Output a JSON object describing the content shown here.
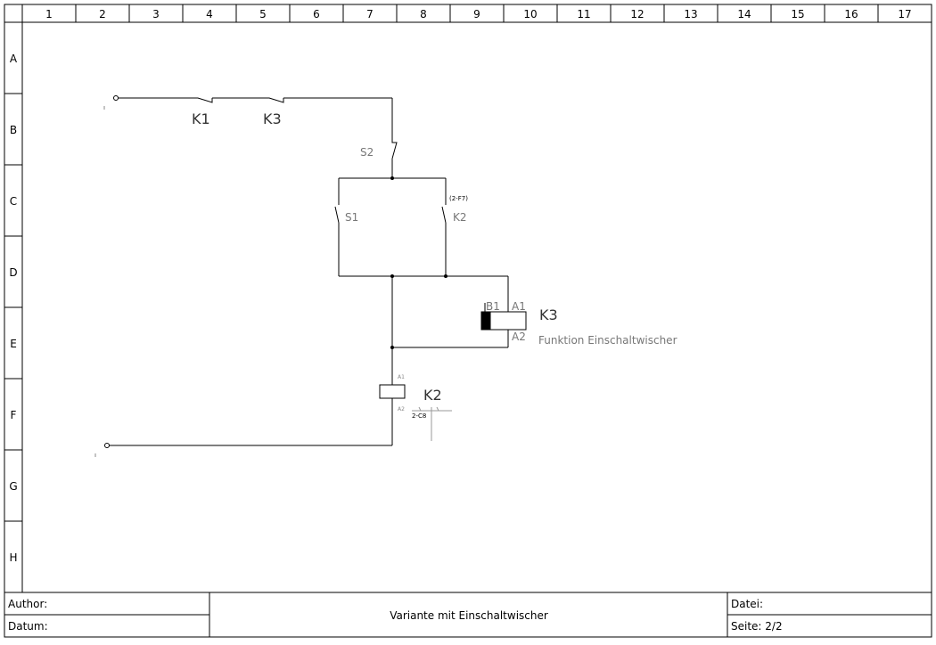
{
  "sheet": {
    "columns": [
      "1",
      "2",
      "3",
      "4",
      "5",
      "6",
      "7",
      "8",
      "9",
      "10",
      "11",
      "12",
      "13",
      "14",
      "15",
      "16",
      "17"
    ],
    "rows": [
      "A",
      "B",
      "C",
      "D",
      "E",
      "F",
      "G",
      "H"
    ]
  },
  "circuit": {
    "k1_contact_tag": "K1",
    "k3_contact_tag": "K3",
    "s2_tag": "S2",
    "s1_tag": "S1",
    "k2_contact_tag": "K2",
    "k2_contact_ref": "(2-F7)",
    "k3_coil": {
      "b1": "B1",
      "a1": "A1",
      "a2": "A2",
      "tag": "K3",
      "description": "Funktion Einschaltwischer"
    },
    "k2_coil": {
      "a1": "A1",
      "a2": "A2",
      "tag": "K2",
      "cross_ref": "2-C8"
    }
  },
  "title_block": {
    "author_label": "Author:",
    "date_label": "Datum:",
    "title": "Variante mit Einschaltwischer",
    "file_label": "Datei:",
    "page_label": "Seite: 2/2"
  }
}
